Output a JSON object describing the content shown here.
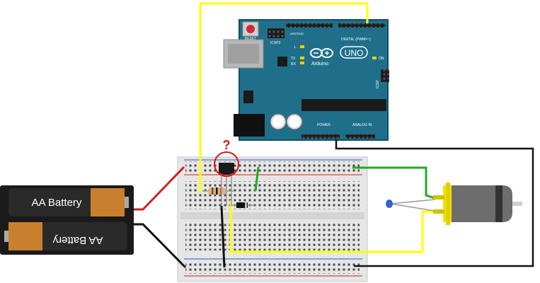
{
  "board": {
    "reset_label": "RESET",
    "icsp2_label": "ICSP2",
    "aref_label": "AREF",
    "gnd_label": "GND",
    "l_label": "L",
    "tx_label": "TX",
    "rx_label": "RX",
    "uno_label": "UNO",
    "arduino_label": "Arduino",
    "on_label": "ON",
    "icsp_label": "ICSP",
    "digital_label": "DIGITAL (PWM=~)",
    "power_label": "POWER",
    "analog_label": "ANALOG IN"
  },
  "battery_top": {
    "label": "AA Battery"
  },
  "battery_bottom": {
    "label": "AA Battery"
  },
  "unknown_component": {
    "symbol": "?"
  },
  "colors": {
    "board": "#1f6f8b",
    "board_edge": "#0d4f66",
    "wire_yellow": "#ffff00",
    "wire_red": "#cc2222",
    "wire_black": "#111111",
    "wire_green": "#22aa22",
    "breadboard": "#e6e6e6",
    "battery_body": "#222222",
    "battery_band": "#c8802e",
    "motor_body": "#6d6d6d",
    "motor_cap": "#f2e200",
    "highlight": "#dd1111"
  }
}
